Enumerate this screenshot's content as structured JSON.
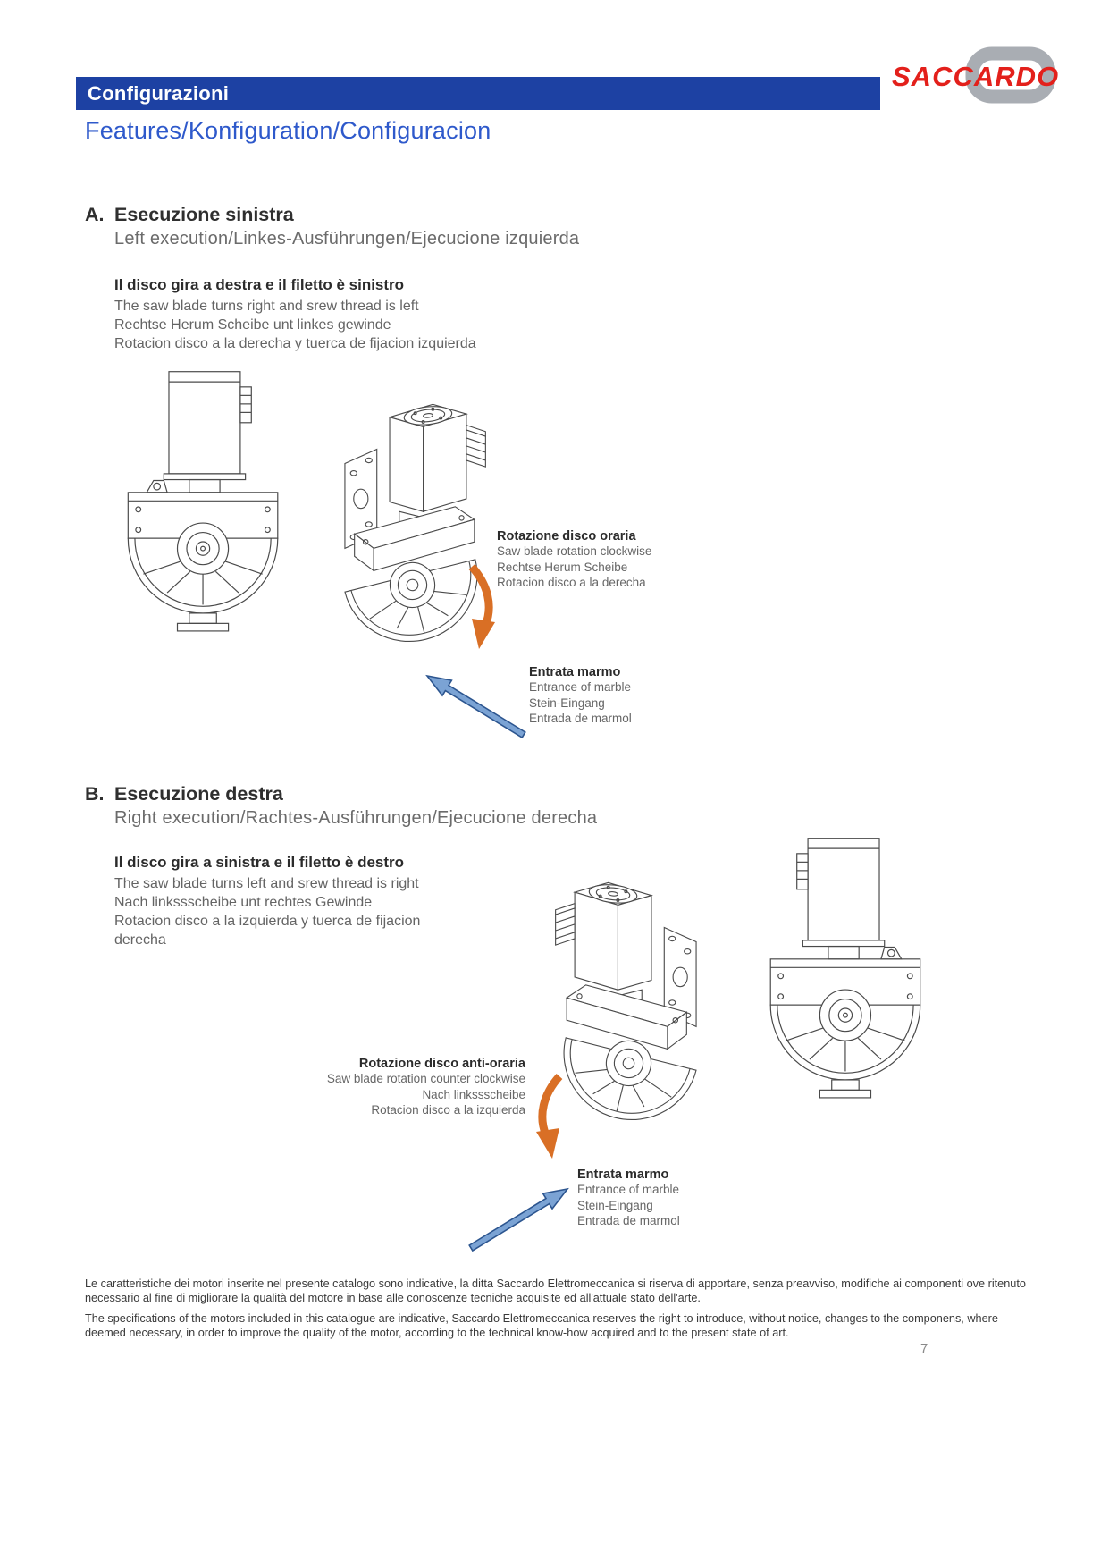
{
  "header": {
    "bar_title": "Configurazioni",
    "subtitle": "Features/Konfiguration/Configuracion",
    "logo_text": "SACCARDO"
  },
  "section_a": {
    "letter": "A.",
    "title": "Esecuzione sinistra",
    "subtitle": "Left execution/Linkes-Ausführungen/Ejecucione izquierda",
    "description": {
      "bold": "Il disco gira a destra e il filetto è sinistro",
      "lines": [
        "The saw blade turns right and srew thread is left",
        "Rechtse Herum Scheibe unt linkes gewinde",
        "Rotacion disco a la derecha y tuerca de fijacion izquierda"
      ]
    },
    "rotation_label": {
      "bold": "Rotazione disco oraria",
      "lines": [
        "Saw blade rotation clockwise",
        "Rechtse Herum Scheibe",
        "Rotacion disco a la derecha"
      ]
    },
    "entrance_label": {
      "bold": "Entrata marmo",
      "lines": [
        "Entrance of marble",
        "Stein-Eingang",
        "Entrada de marmol"
      ]
    }
  },
  "section_b": {
    "letter": "B.",
    "title": "Esecuzione destra",
    "subtitle": "Right execution/Rachtes-Ausführungen/Ejecucione derecha",
    "description": {
      "bold": "Il disco gira a sinistra e il filetto è destro",
      "lines": [
        "The saw blade turns left and srew thread is right",
        "Nach linkssscheibe unt rechtes Gewinde",
        "Rotacion disco a la izquierda y tuerca de fijacion",
        "derecha"
      ]
    },
    "rotation_label": {
      "bold": "Rotazione disco anti-oraria",
      "lines": [
        "Saw blade rotation counter clockwise",
        "Nach linkssscheibe",
        "Rotacion disco a la izquierda"
      ]
    },
    "entrance_label": {
      "bold": "Entrata marmo",
      "lines": [
        "Entrance of marble",
        "Stein-Eingang",
        "Entrada de marmol"
      ]
    }
  },
  "footer": {
    "italian": "Le caratteristiche dei motori inserite nel presente catalogo sono indicative, la ditta Saccardo Elettromeccanica si riserva di apportare, senza preavviso, modifiche ai componenti ove ritenuto necessario al fine di migliorare la qualità del motore in base alle conoscenze tecniche acquisite ed all'attuale stato dell'arte.",
    "english": "The specifications of the motors included in this catalogue are indicative, Saccardo Elettromeccanica reserves the right to introduce, without notice, changes to the componens, where deemed necessary, in order to improve the quality of the motor, according to the technical know-how acquired and to the present state of art.",
    "page_number": "7"
  },
  "colors": {
    "header_blue": "#1d41a3",
    "title_blue": "#2e59cb",
    "logo_red": "#e3201b",
    "logo_gray": "#a9adb3",
    "orange_arrow": "#d96f25",
    "blue_arrow_fill": "#7ba3d4",
    "blue_arrow_edge": "#2c558f"
  }
}
